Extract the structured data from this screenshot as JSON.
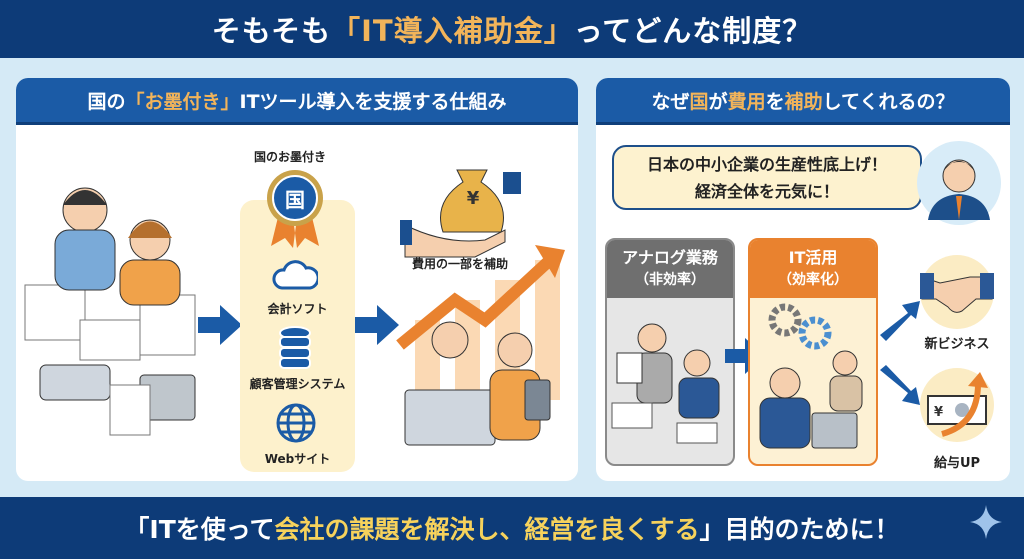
{
  "header": {
    "title_pre": "そもそも",
    "title_highlight": "「IT導入補助金」",
    "title_post": "ってどんな制度？"
  },
  "left_panel": {
    "title_pre": "国の",
    "title_highlight": "「お墨付き」",
    "title_post": "ITツール導入を支援する仕組み",
    "badge_label": "国のお墨付き",
    "badge_glyph": "国",
    "tools": [
      {
        "label": "会計ソフト",
        "icon": "cloud-icon"
      },
      {
        "label": "顧客管理システム",
        "icon": "database-icon"
      },
      {
        "label": "Webサイト",
        "icon": "globe-icon"
      }
    ],
    "subsidy_label": "費用の一部を補助",
    "yen_glyph": "¥"
  },
  "right_panel": {
    "title_parts": [
      "なぜ",
      "国",
      "が",
      "費用",
      "を",
      "補助",
      "してくれるの？"
    ],
    "speech_line1": "日本の中小企業の生産性底上げ！",
    "speech_line2": "経済全体を元気に！",
    "analog": {
      "title": "アナログ業務",
      "sub": "（非効率）"
    },
    "it": {
      "title": "IT活用",
      "sub": "（効率化）"
    },
    "outcomes": [
      {
        "label": "新ビジネス"
      },
      {
        "label": "給与UP"
      }
    ]
  },
  "footer": {
    "pre": "「ITを使って",
    "highlight": "会社の課題を解決し、経営を良くする",
    "post": "」目的のために！"
  },
  "colors": {
    "navy": "#0d3b78",
    "blue": "#1b5ba6",
    "orange": "#e9822f",
    "accent": "#f2b45a"
  }
}
